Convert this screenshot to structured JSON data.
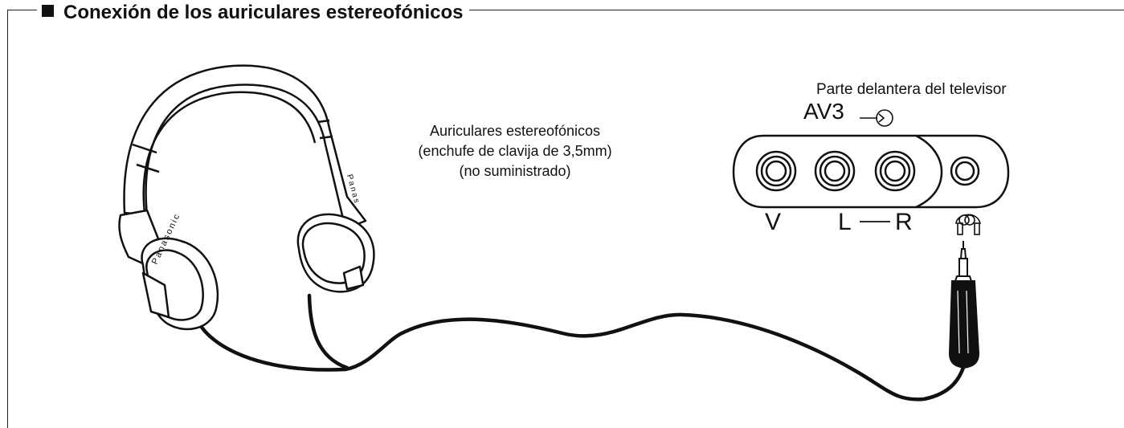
{
  "title": "Conexión de los auriculares estereofónicos",
  "headphones": {
    "line1": "Auriculares estereofónicos",
    "line2": "(enchufe de clavija de 3,5mm)",
    "line3": "(no suministrado)",
    "brand": "Panasonic"
  },
  "tv_panel": {
    "caption": "Parte delantera del televisor",
    "input_label": "AV3",
    "jacks": [
      "V",
      "L",
      "R"
    ]
  }
}
